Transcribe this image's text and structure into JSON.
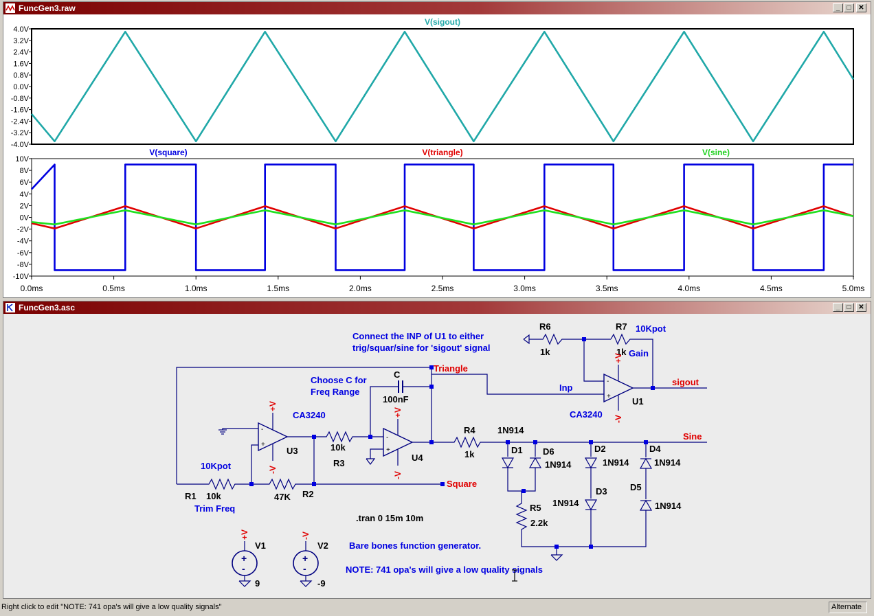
{
  "raw_window": {
    "title": "FuncGen3.raw",
    "top_pane": {
      "trace_label": "V(sigout)",
      "y_ticks": [
        "4.0V",
        "3.2V",
        "2.4V",
        "1.6V",
        "0.8V",
        "0.0V",
        "-0.8V",
        "-1.6V",
        "-2.4V",
        "-3.2V",
        "-4.0V"
      ]
    },
    "bottom_pane": {
      "trace_labels": [
        "V(square)",
        "V(triangle)",
        "V(sine)"
      ],
      "y_ticks": [
        "10V",
        "8V",
        "6V",
        "4V",
        "2V",
        "0V",
        "-2V",
        "-4V",
        "-6V",
        "-8V",
        "-10V"
      ],
      "x_ticks": [
        "0.0ms",
        "0.5ms",
        "1.0ms",
        "1.5ms",
        "2.0ms",
        "2.5ms",
        "3.0ms",
        "3.5ms",
        "4.0ms",
        "4.5ms",
        "5.0ms"
      ]
    },
    "colors": {
      "sigout": "#20a8a8",
      "square": "#0000e0",
      "triangle": "#e00000",
      "sine": "#20e020"
    }
  },
  "chart_data": [
    {
      "type": "line",
      "title": "V(sigout)",
      "xlim": [
        0,
        5
      ],
      "ylim": [
        -4,
        4
      ],
      "series": [
        {
          "name": "V(sigout)",
          "x": [
            0,
            0.14,
            0.57,
            1.0,
            1.42,
            1.85,
            2.27,
            2.69,
            3.12,
            3.54,
            3.97,
            4.39,
            4.82,
            5.0
          ],
          "y": [
            -1.9,
            -3.8,
            3.8,
            -3.8,
            3.8,
            -3.8,
            3.8,
            -3.8,
            3.8,
            -3.8,
            3.8,
            -3.8,
            3.8,
            0.5
          ]
        }
      ]
    },
    {
      "type": "line",
      "xlim": [
        0,
        5
      ],
      "ylim": [
        -10,
        10
      ],
      "series": [
        {
          "name": "V(square)",
          "x": [
            0,
            0.14,
            0.14,
            0.57,
            0.57,
            1.0,
            1.0,
            1.42,
            1.42,
            1.85,
            1.85,
            2.27,
            2.27,
            2.69,
            2.69,
            3.12,
            3.12,
            3.54,
            3.54,
            3.97,
            3.97,
            4.39,
            4.39,
            4.82,
            4.82,
            5.0
          ],
          "y": [
            4.8,
            9.0,
            -9.0,
            -9.0,
            9.0,
            9.0,
            -9.0,
            -9.0,
            9.0,
            9.0,
            -9.0,
            -9.0,
            9.0,
            9.0,
            -9.0,
            -9.0,
            9.0,
            9.0,
            -9.0,
            -9.0,
            9.0,
            9.0,
            -9.0,
            -9.0,
            9.0,
            9.0
          ]
        },
        {
          "name": "V(triangle)",
          "x": [
            0,
            0.14,
            0.57,
            1.0,
            1.42,
            1.85,
            2.27,
            2.69,
            3.12,
            3.54,
            3.97,
            4.39,
            4.82,
            5.0
          ],
          "y": [
            -1.0,
            -1.9,
            1.9,
            -1.9,
            1.9,
            -1.9,
            1.9,
            -1.9,
            1.9,
            -1.9,
            1.9,
            -1.9,
            1.9,
            0.2
          ]
        },
        {
          "name": "V(sine)",
          "x": [
            0,
            0.14,
            0.57,
            1.0,
            1.42,
            1.85,
            2.27,
            2.69,
            3.12,
            3.54,
            3.97,
            4.39,
            4.82,
            5.0
          ],
          "y": [
            -0.8,
            -1.2,
            1.2,
            -1.2,
            1.2,
            -1.2,
            1.2,
            -1.2,
            1.2,
            -1.2,
            1.2,
            -1.2,
            1.2,
            0.2
          ]
        }
      ]
    }
  ],
  "schematic_window": {
    "title": "FuncGen3.asc",
    "labels": {
      "connect_note_1": "Connect the INP of U1 to either",
      "connect_note_2": "trig/squar/sine for 'sigout' signal",
      "r6": "R6",
      "r6_val": "1k",
      "r7": "R7",
      "r7_val": "1k",
      "gain_pot": "10Kpot",
      "gain": "Gain",
      "inp": "Inp",
      "sigout": "sigout",
      "u1": "U1",
      "u1_model": "CA3240",
      "triangle": "Triangle",
      "choose_c_1": "Choose C for",
      "choose_c_2": "Freq Range",
      "c": "C",
      "c_val": "100nF",
      "u3_model": "CA3240",
      "u3": "U3",
      "u4": "U4",
      "r3": "R3",
      "r3_val": "10k",
      "r4": "R4",
      "r4_val": "1k",
      "sine": "Sine",
      "d1": "D1",
      "d6": "D6",
      "d6_model": "1N914",
      "d1_model": "1N914",
      "d2": "D2",
      "d2_model": "1N914",
      "d3": "D3",
      "d3_model": "1N914",
      "d4": "D4",
      "d4_model": "1N914",
      "d5": "D5",
      "d5_model": "1N914",
      "r5": "R5",
      "r5_val": "2.2k",
      "trim_pot": "10Kpot",
      "r1": "R1",
      "r1_val": "10k",
      "trim_freq": "Trim Freq",
      "r2_val": "47K",
      "r2": "R2",
      "square": "Square",
      "tran": ".tran 0 15m 10m",
      "v1": "V1",
      "v1_val": "9",
      "v2": "V2",
      "v2_val": "-9",
      "bare_bones": "Bare bones function generator.",
      "note_741": "NOTE: 741 opa's will give a low quality signals",
      "plus_v": "+V",
      "minus_v": "-V",
      "plus": "+",
      "minus": "-"
    }
  },
  "status_bar": {
    "message": "Right click to edit \"NOTE: 741 opa's will give a low quality signals\"",
    "mode": "Alternate"
  },
  "window_buttons": {
    "minimize": "_",
    "maximize": "□",
    "close": "✕"
  }
}
